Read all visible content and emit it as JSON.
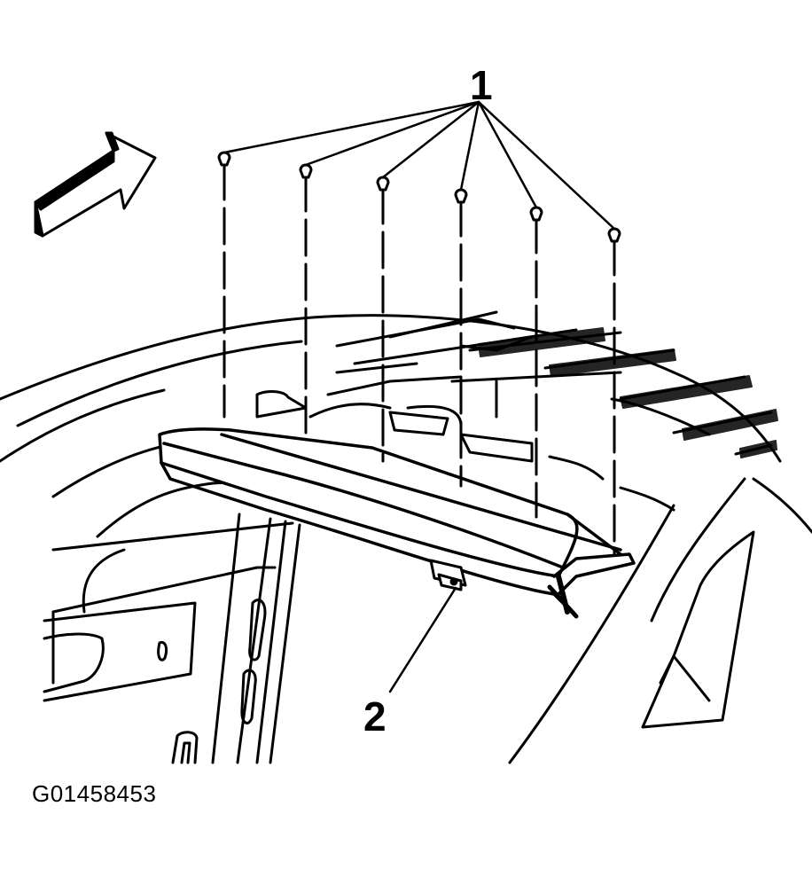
{
  "callouts": {
    "fasteners": "1",
    "bracket": "2"
  },
  "figure_id": "G01458453",
  "colors": {
    "ink": "#000000",
    "paper": "#ffffff"
  }
}
